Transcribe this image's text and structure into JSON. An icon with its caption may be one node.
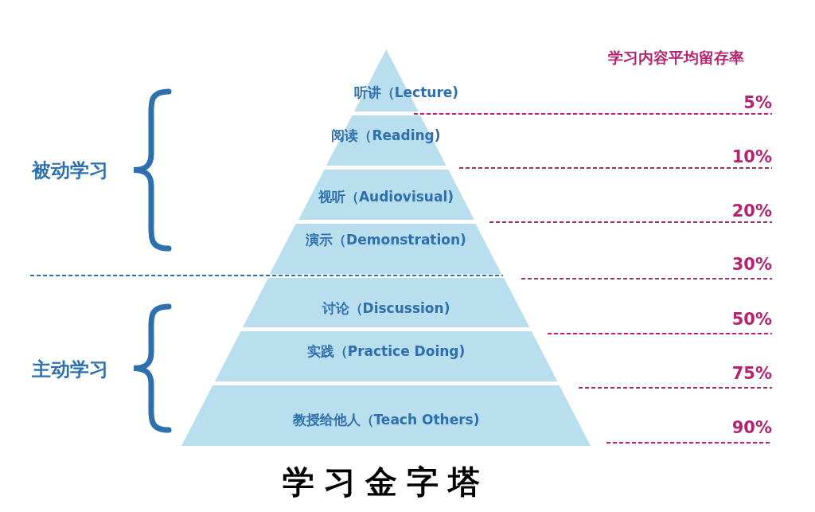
{
  "diagram": {
    "title": "学习金字塔",
    "nodes": [
      {
        "text": [
          "听讲（Lecture)"
        ]
      },
      {
        "text": [
          "阅读（Reading)"
        ]
      },
      {
        "text": [
          "视听（Audiovisual)"
        ]
      },
      {
        "text": [
          "演示（Demonstration)"
        ]
      },
      {
        "text": [
          "讨论（Discussion)"
        ]
      },
      {
        "text": [
          "实践（Practice Doing)"
        ]
      },
      {
        "text": [
          "教授给他人（Teach Others)"
        ]
      }
    ],
    "labels": [
      "学习内容平均留存率",
      "被动学习",
      "主动学习",
      "5%",
      "10%",
      "20%",
      "30%",
      "50%",
      "75%",
      "90%"
    ]
  }
}
